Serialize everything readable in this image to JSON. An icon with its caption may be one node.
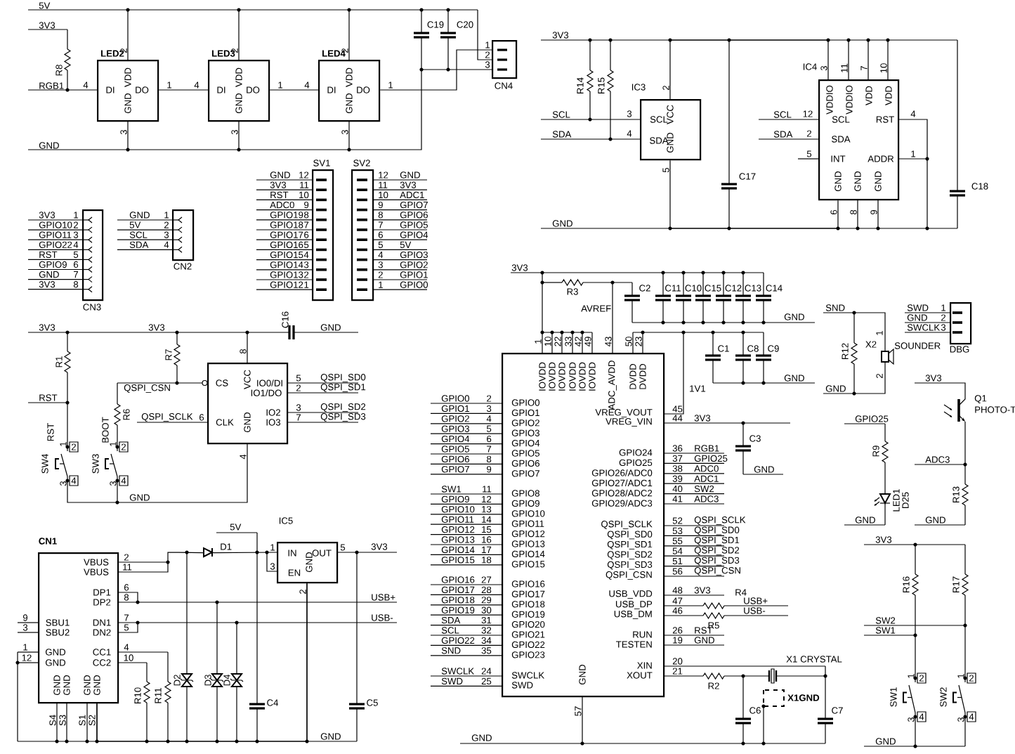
{
  "diagram": {
    "nodes": [
      {
        "text": [
          "LED2",
          "DI",
          "VDD",
          "GND",
          "DO"
        ]
      },
      {
        "text": [
          "LED3",
          "DI",
          "VDD",
          "GND",
          "DO"
        ]
      },
      {
        "text": [
          "LED4",
          "DI",
          "VDD",
          "GND",
          "DO"
        ]
      },
      {
        "text": [
          "CN4"
        ]
      },
      {
        "text": [
          "IC3",
          "SCL",
          "SDA",
          "VCC",
          "GND"
        ]
      },
      {
        "text": [
          "IC4",
          "VDDIO",
          "VDDIO",
          "VDD",
          "VDD",
          "SCL",
          "SDA",
          "INT",
          "RST",
          "ADDR",
          "GND",
          "GND",
          "GND"
        ]
      },
      {
        "text": [
          "CN3"
        ]
      },
      {
        "text": [
          "CN2"
        ]
      },
      {
        "text": [
          "SV1"
        ]
      },
      {
        "text": [
          "SV2"
        ]
      },
      {
        "text": [
          "CS",
          "VCC",
          "IO0/DI",
          "IO1/DO",
          "CLK",
          "GND",
          "IO2",
          "IO3"
        ]
      },
      {
        "text": [
          "CN1",
          "VBUS",
          "VBUS",
          "DP1",
          "DP2",
          "SBU1",
          "SBU2",
          "DN1",
          "DN2",
          "GND",
          "GND",
          "CC1",
          "CC2",
          "GND",
          "GND",
          "GND",
          "GND"
        ]
      },
      {
        "text": [
          "IC5",
          "IN",
          "OUT",
          "EN",
          "GND"
        ]
      },
      {
        "text": [
          "IOVDD",
          "IOVDD",
          "IOVDD",
          "IOVDD",
          "IOVDD",
          "IOVDD",
          "ADC_AVDD",
          "DVDD",
          "DVDD",
          "GPIO0",
          "GPIO1",
          "GPIO2",
          "GPIO3",
          "GPIO4",
          "GPIO5",
          "GPIO6",
          "GPIO7",
          "GPIO8",
          "GPIO9",
          "GPIO10",
          "GPIO11",
          "GPIO12",
          "GPIO13",
          "GPIO14",
          "GPIO15",
          "GPIO16",
          "GPIO17",
          "GPIO18",
          "GPIO19",
          "GPIO20",
          "GPIO21",
          "GPIO22",
          "GPIO23",
          "SWCLK",
          "SWD",
          "GND",
          "VREG_VOUT",
          "VREG_VIN",
          "GPIO24",
          "GPIO25",
          "GPIO26/ADC0",
          "GPIO27/ADC1",
          "GPIO28/ADC2",
          "GPIO29/ADC3",
          "QSPI_SCLK",
          "QSPI_SD0",
          "QSPI_SD1",
          "QSPI_SD2",
          "QSPI_SD3",
          "QSPI_CSN",
          "USB_VDD",
          "USB_DP",
          "USB_DM",
          "RUN",
          "TESTEN",
          "XIN",
          "XOUT"
        ]
      },
      {
        "text": [
          "DBG"
        ]
      },
      {
        "text": [],
        "shape": "diode"
      }
    ],
    "edges": [
      {
        "from": 0,
        "to": 1,
        "arrow": "none"
      },
      {
        "from": 1,
        "to": 2,
        "arrow": "none"
      },
      {
        "from": 2,
        "to": 3,
        "arrow": "none"
      },
      {
        "from": 11,
        "to": 15,
        "arrow": "none"
      },
      {
        "from": 15,
        "to": 12,
        "arrow": "none"
      },
      {
        "from": 11,
        "to": 12,
        "arrow": "none"
      },
      {
        "from": 4,
        "to": 5,
        "arrow": "none"
      },
      {
        "from": 4,
        "to": 5,
        "arrow": "none"
      }
    ],
    "labels": [
      "5V",
      "3V3",
      "R8",
      "RGB1",
      "4",
      "2",
      "3",
      "1",
      "4",
      "2",
      "3",
      "1",
      "4",
      "2",
      "3",
      "1",
      "GND",
      "C19",
      "C20",
      "1",
      "2",
      "3",
      "3V3",
      "R14",
      "R15",
      "2",
      "SCL",
      "3",
      "SDA",
      "4",
      "5",
      "C17",
      "GND",
      "3",
      "11",
      "7",
      "10",
      "SCL",
      "12",
      "SDA",
      "2",
      "5",
      "4",
      "1",
      "6",
      "8",
      "9",
      "C18",
      "3V3",
      "1",
      "GPIO10",
      "2",
      "GPIO11",
      "3",
      "GPIO22",
      "4",
      "RST",
      "5",
      "GPIO9",
      "6",
      "GND",
      "7",
      "3V3",
      "8",
      "GND",
      "1",
      "5V",
      "2",
      "SCL",
      "3",
      "SDA",
      "4",
      "GND",
      "12",
      "3V3",
      "11",
      "RST",
      "10",
      "ADC0",
      "9",
      "GPIO19",
      "8",
      "GPIO18",
      "7",
      "GPIO17",
      "6",
      "GPIO16",
      "5",
      "GPIO15",
      "4",
      "GPIO14",
      "3",
      "GPIO13",
      "2",
      "GPIO12",
      "1",
      "12",
      "GND",
      "11",
      "3V3",
      "10",
      "ADC1",
      "9",
      "GPIO7",
      "8",
      "GPIO6",
      "7",
      "GPIO5",
      "6",
      "GPIO4",
      "5",
      "5V",
      "4",
      "GPIO3",
      "3",
      "GPIO2",
      "2",
      "GPIO1",
      "1",
      "GPIO0",
      "3V3",
      "3V3",
      "C16",
      "GND",
      "R1",
      "R7",
      "8",
      "QSPI_CSN",
      "5",
      "QSPI_SD0",
      "2",
      "QSPI_SD1",
      "RST",
      "QSPI_SCLK",
      "6",
      "3",
      "QSPI_SD2",
      "7",
      "QSPI_SD3",
      "R6",
      "RST",
      "SW4",
      "1",
      "2",
      "3",
      "4",
      "BOOT",
      "SW3",
      "1",
      "2",
      "3",
      "4",
      "4",
      "GND",
      "5V",
      "D1",
      "1",
      "5",
      "3V3",
      "2",
      "11",
      "3",
      "2",
      "6",
      "8",
      "USB+",
      "9",
      "7",
      "USB-",
      "3",
      "5",
      "1",
      "4",
      "12",
      "10",
      "D2",
      "D3",
      "D4",
      "R10",
      "R11",
      "C4",
      "C5",
      "S4",
      "S3",
      "S1",
      "S2",
      "GND",
      "3V3",
      "R3",
      "C2",
      "C11",
      "C10",
      "C15",
      "C12",
      "C13",
      "C14",
      "AVREF",
      "GND",
      "1",
      "10",
      "22",
      "33",
      "42",
      "49",
      "43",
      "50",
      "23",
      "C1",
      "C8",
      "C9",
      "GND",
      "1V1",
      "GPIO0",
      "2",
      "GPIO1",
      "3",
      "GPIO2",
      "4",
      "GPIO3",
      "5",
      "GPIO4",
      "6",
      "GPIO5",
      "7",
      "GPIO6",
      "8",
      "GPIO7",
      "9",
      "SW1",
      "11",
      "GPIO9",
      "12",
      "GPIO10",
      "13",
      "GPIO11",
      "14",
      "GPIO12",
      "15",
      "GPIO13",
      "16",
      "GPIO14",
      "17",
      "GPIO15",
      "18",
      "GPIO16",
      "27",
      "GPIO17",
      "28",
      "GPIO18",
      "29",
      "GPIO19",
      "30",
      "SDA",
      "31",
      "SCL",
      "32",
      "GPIO22",
      "34",
      "SND",
      "35",
      "SWCLK",
      "24",
      "SWD",
      "25",
      "57",
      "45",
      "44",
      "3V3",
      "C3",
      "36",
      "RGB1",
      "37",
      "GPIO25",
      "38",
      "ADC0",
      "39",
      "ADC1",
      "40",
      "SW2",
      "41",
      "ADC3",
      "GND",
      "52",
      "QSPI_SCLK",
      "53",
      "QSPI_SD0",
      "55",
      "QSPI_SD1",
      "54",
      "QSPI_SD2",
      "51",
      "QSPI_SD3",
      "56",
      "QSPI_CSN",
      "48",
      "3V3",
      "R4",
      "47",
      "USB+",
      "46",
      "USB-",
      "R5",
      "26",
      "RST",
      "19",
      "GND",
      "20",
      "21",
      "R2",
      "X1",
      "CRYSTAL",
      "X1GND",
      "C6",
      "C7",
      "GND",
      "SND",
      "SWD",
      "1",
      "GND",
      "2",
      "SWCLK",
      "3",
      "X2",
      "1",
      "SOUNDER",
      "R12",
      "2",
      "3V3",
      "GND",
      "Q1",
      "PHOTO-T",
      "GPIO25",
      "ADC3",
      "R9",
      "R13",
      "LED1",
      "D25",
      "GND",
      "GND",
      "3V3",
      "R16",
      "R17",
      "SW2",
      "SW1",
      "1",
      "2",
      "1",
      "2",
      "SW1",
      "SW2",
      "3",
      "4",
      "3",
      "4",
      "GND"
    ]
  }
}
